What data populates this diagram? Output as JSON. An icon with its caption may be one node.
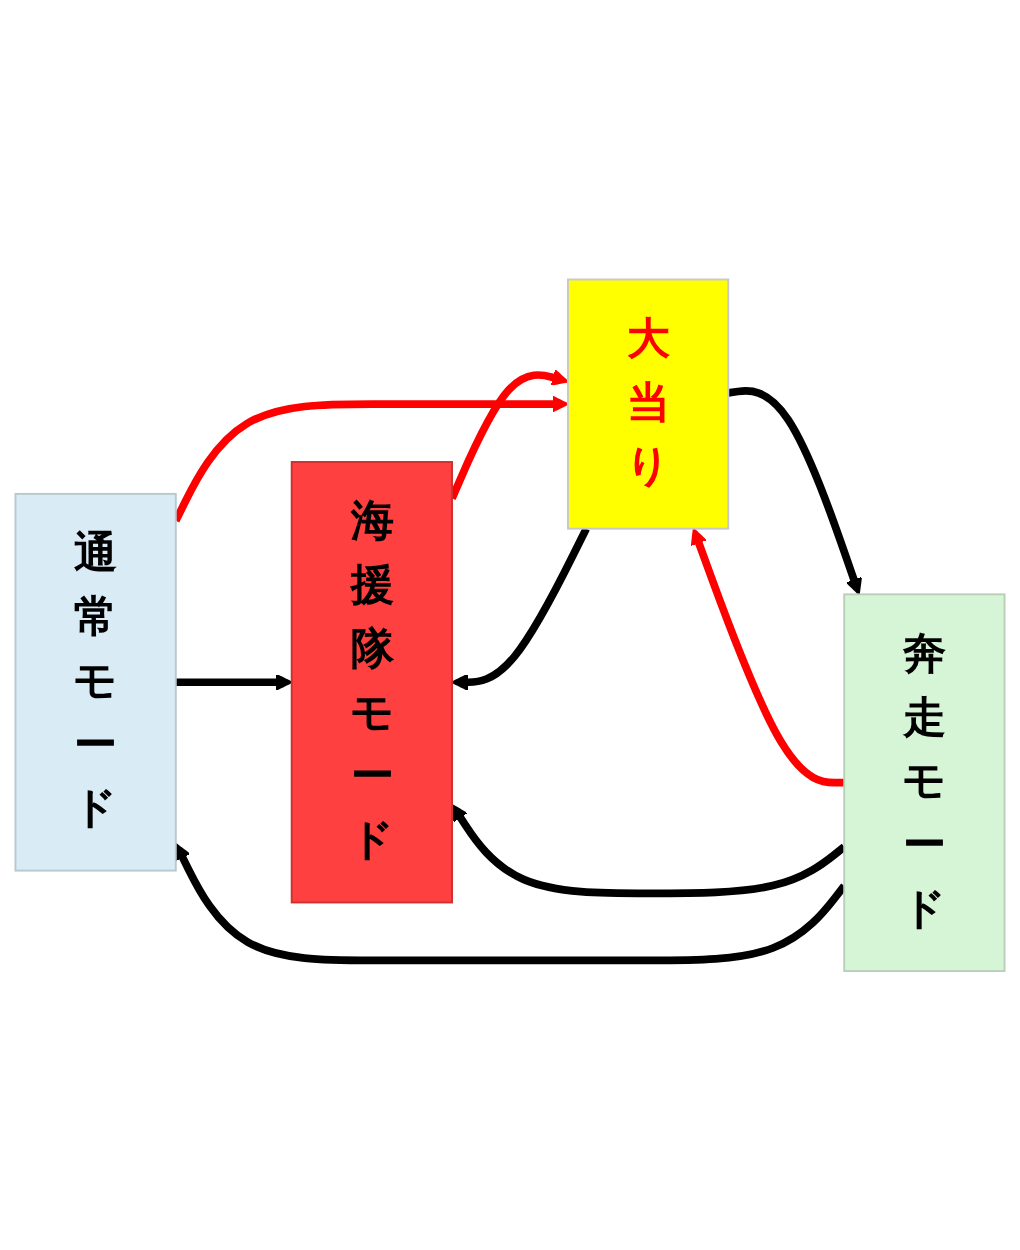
{
  "diagram": {
    "nodes": [
      {
        "text": [
          "通常モード"
        ]
      },
      {
        "text": [
          "大当り"
        ]
      },
      {
        "text": [
          "奔走モード"
        ]
      },
      {
        "text": [
          "海援隊モード"
        ]
      }
    ],
    "edges": [
      {
        "from": 0,
        "to": 3,
        "arrow": "to"
      },
      {
        "from": 3,
        "to": 1,
        "arrow": "to",
        "color": "#ff0000"
      },
      {
        "from": 1,
        "to": 3,
        "arrow": "to"
      },
      {
        "from": 0,
        "to": 1,
        "arrow": "to",
        "color": "#ff0000"
      },
      {
        "from": 2,
        "to": 1,
        "arrow": "to",
        "color": "#ff0000"
      },
      {
        "from": 1,
        "to": 2,
        "arrow": "to"
      },
      {
        "from": 2,
        "to": 3,
        "arrow": "to"
      },
      {
        "from": 2,
        "to": 0,
        "arrow": "to"
      }
    ]
  }
}
